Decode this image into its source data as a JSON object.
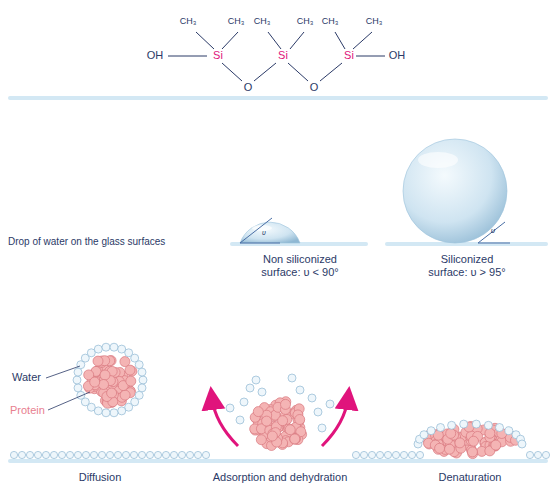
{
  "diagram": {
    "labels": [
      "CH₃",
      "CH₃",
      "CH₃",
      "CH₃",
      "CH₃",
      "CH₃",
      "OH",
      "Si",
      "Si",
      "Si",
      "OH",
      "O",
      "O",
      "Drop of water on the glass surfaces",
      "υ",
      "υ",
      "Non siliconized surface: υ < 90°",
      "Siliconized surface: υ > 95°",
      "Water",
      "Protein",
      "Diffusion",
      "Adsorption and dehydration",
      "Denaturation"
    ]
  }
}
